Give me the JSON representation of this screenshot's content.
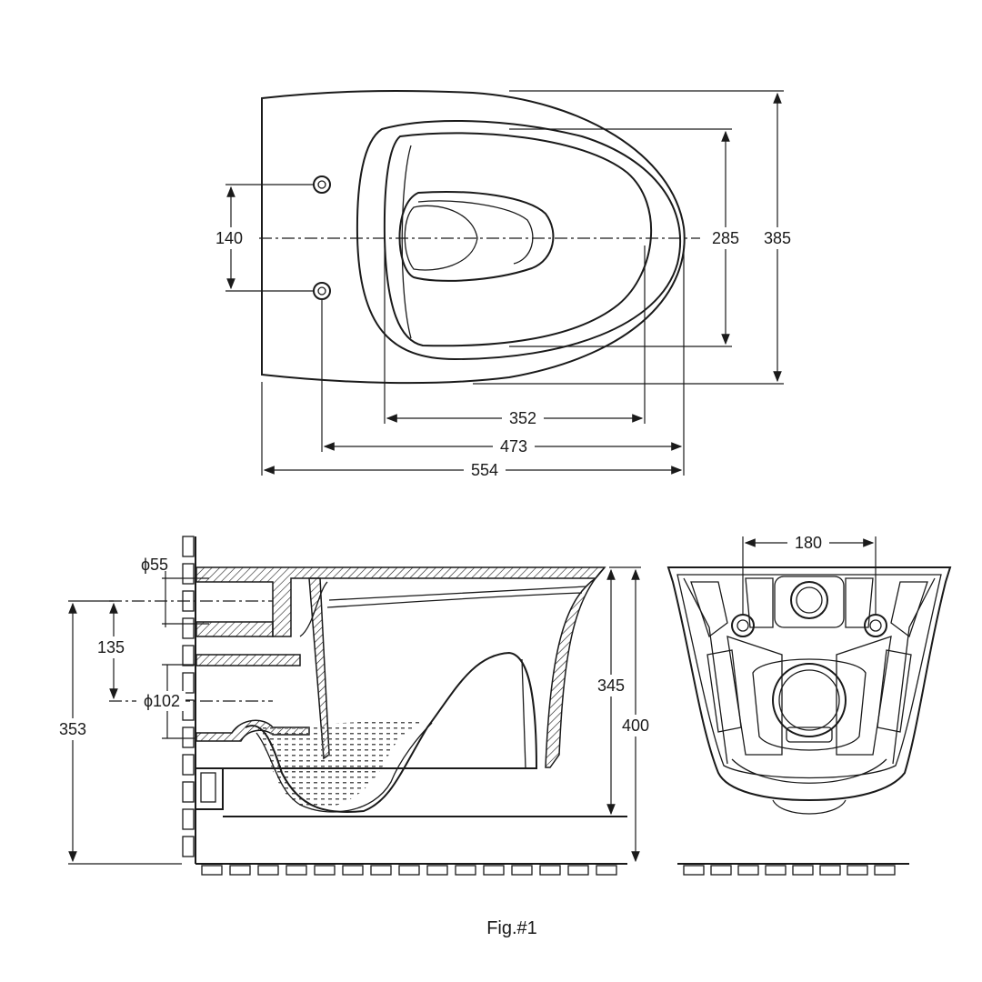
{
  "figure": {
    "caption": "Fig.#1",
    "colors": {
      "line": "#1a1a1a",
      "background": "#ffffff"
    }
  },
  "top_view": {
    "dims": {
      "bolt_spacing": "140",
      "inner_width": "285",
      "overall_width": "385",
      "inner_length": "352",
      "bolt_to_front": "473",
      "overall_length": "554"
    }
  },
  "side_view": {
    "dims": {
      "inlet_diameter": "ϕ55",
      "inlet_to_outlet": "135",
      "outlet_diameter": "ϕ102",
      "outlet_height": "353",
      "bowl_height": "345",
      "overall_height": "400"
    }
  },
  "rear_view": {
    "dims": {
      "bolt_spacing": "180"
    }
  }
}
